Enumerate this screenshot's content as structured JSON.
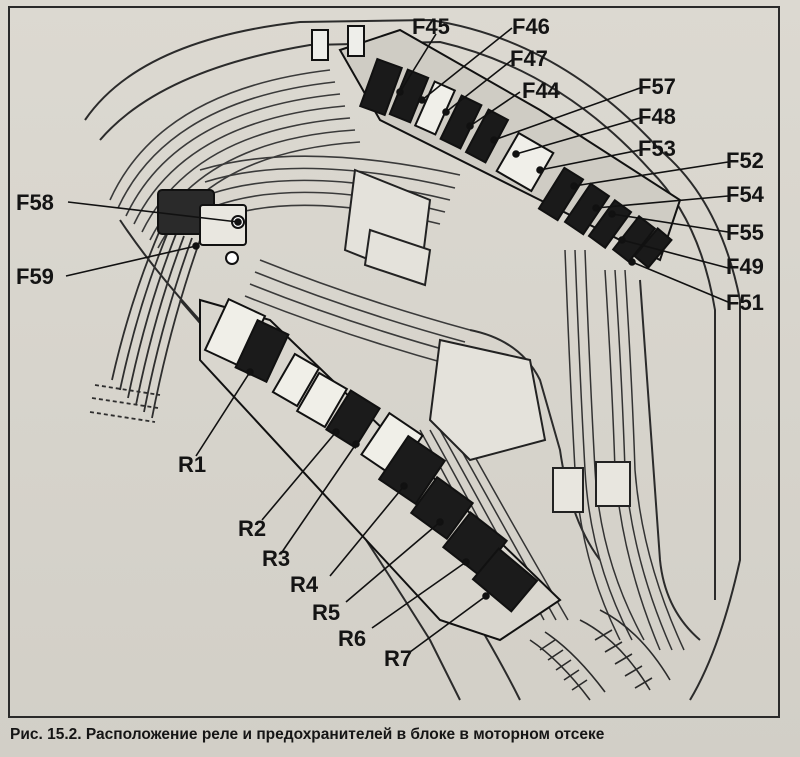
{
  "diagram": {
    "fuse_labels": [
      "F45",
      "F46",
      "F47",
      "F44",
      "F57",
      "F48",
      "F53",
      "F52",
      "F54",
      "F55",
      "F49",
      "F51",
      "F58",
      "F59"
    ],
    "relay_labels": [
      "R1",
      "R2",
      "R3",
      "R4",
      "R5",
      "R6",
      "R7"
    ]
  },
  "caption": "Рис. 15.2. Расположение реле и предохранителей в блоке в моторном отсеке",
  "colors": {
    "paper": "#d6d3cb",
    "ink": "#141414",
    "relay_fill": "#1c1c1c"
  }
}
